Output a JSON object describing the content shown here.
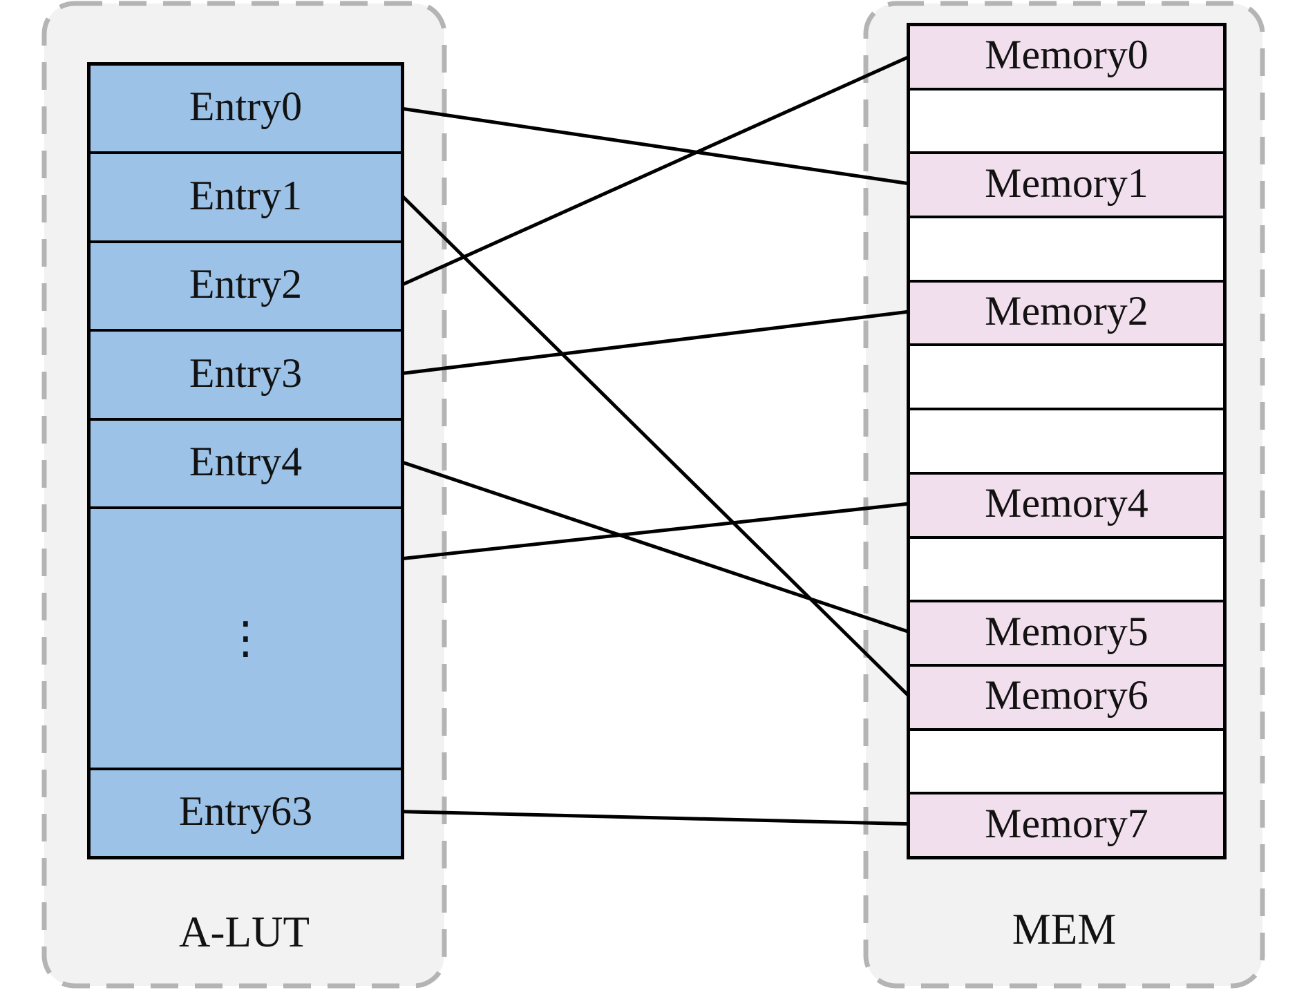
{
  "left_panel": {
    "label": "A-LUT",
    "rows": [
      {
        "id": "entry0",
        "label": "Entry0",
        "units": 1,
        "ellipsis": false
      },
      {
        "id": "entry1",
        "label": "Entry1",
        "units": 1,
        "ellipsis": false
      },
      {
        "id": "entry2",
        "label": "Entry2",
        "units": 1,
        "ellipsis": false
      },
      {
        "id": "entry3",
        "label": "Entry3",
        "units": 1,
        "ellipsis": false
      },
      {
        "id": "entry4",
        "label": "Entry4",
        "units": 1,
        "ellipsis": false
      },
      {
        "id": "dots",
        "label": "⋮",
        "units": 3,
        "ellipsis": true
      },
      {
        "id": "entry63",
        "label": "Entry63",
        "units": 1,
        "ellipsis": false
      }
    ]
  },
  "right_panel": {
    "label": "MEM",
    "rows": [
      {
        "id": "memory0",
        "label": "Memory0",
        "filled": true
      },
      {
        "id": "blank0",
        "label": "",
        "filled": false
      },
      {
        "id": "memory1",
        "label": "Memory1",
        "filled": true
      },
      {
        "id": "blank1",
        "label": "",
        "filled": false
      },
      {
        "id": "memory2",
        "label": "Memory2",
        "filled": true
      },
      {
        "id": "blank2",
        "label": "",
        "filled": false
      },
      {
        "id": "blank3",
        "label": "",
        "filled": false
      },
      {
        "id": "memory4",
        "label": "Memory4",
        "filled": true
      },
      {
        "id": "blank4",
        "label": "",
        "filled": false
      },
      {
        "id": "memory5",
        "label": "Memory5",
        "filled": true
      },
      {
        "id": "memory6",
        "label": "Memory6",
        "filled": true
      },
      {
        "id": "blank5",
        "label": "",
        "filled": false
      },
      {
        "id": "memory7",
        "label": "Memory7",
        "filled": true
      }
    ]
  },
  "connections": [
    {
      "from": "entry0",
      "to": "memory1",
      "from_frac": 0.5
    },
    {
      "from": "entry1",
      "to": "memory6",
      "from_frac": 0.5
    },
    {
      "from": "entry2",
      "to": "memory0",
      "from_frac": 0.5
    },
    {
      "from": "entry3",
      "to": "memory2",
      "from_frac": 0.5
    },
    {
      "from": "entry4",
      "to": "memory5",
      "from_frac": 0.5
    },
    {
      "from": "dots",
      "to": "memory4",
      "from_frac": 0.2
    },
    {
      "from": "entry63",
      "to": "memory7",
      "from_frac": 0.5
    }
  ],
  "colors": {
    "entry_fill": "#9cc2e7",
    "memory_fill": "#f2dfee",
    "blank_fill": "#ffffff",
    "panel_fill": "#f2f2f2",
    "panel_border": "#b4b4b4",
    "table_border": "#000000",
    "line": "#000000"
  }
}
